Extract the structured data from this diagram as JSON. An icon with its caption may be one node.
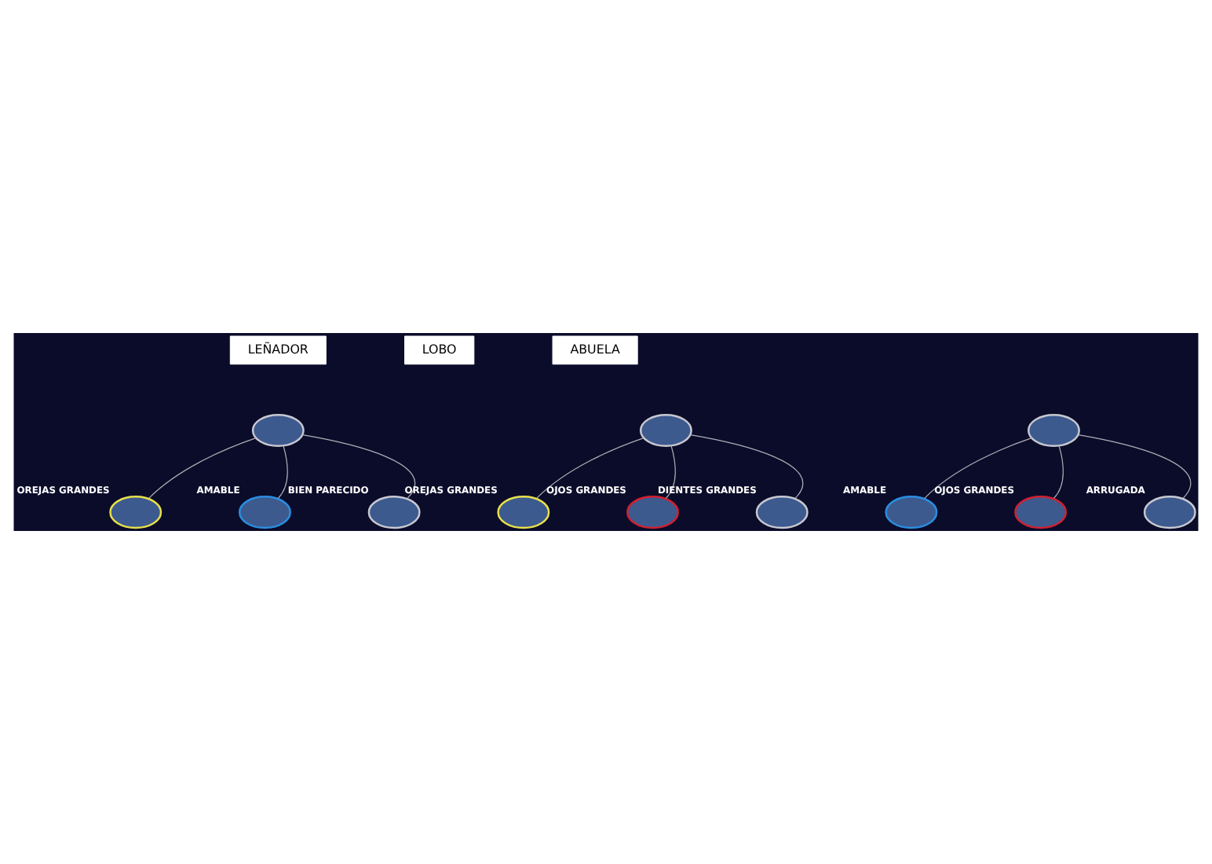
{
  "diagram": {
    "nodes": [
      {
        "text": [
          "LEÑADOR"
        ]
      },
      {
        "text": [],
        "shape": "circle"
      },
      {
        "text": [],
        "shape": "circle",
        "beside": [
          "OREJAS GRANDES"
        ]
      },
      {
        "text": [],
        "shape": "circle",
        "beside": [
          "AMABLE"
        ]
      },
      {
        "text": [],
        "shape": "circle",
        "beside": [
          "BIEN PARECIDO"
        ]
      },
      {
        "text": [
          "LOBO"
        ]
      },
      {
        "text": [],
        "shape": "circle"
      },
      {
        "text": [],
        "shape": "circle",
        "beside": [
          "OREJAS GRANDES"
        ]
      },
      {
        "text": [],
        "shape": "circle",
        "beside": [
          "OJOS GRANDES"
        ]
      },
      {
        "text": [],
        "shape": "circle",
        "beside": [
          "DIENTES GRANDES"
        ]
      },
      {
        "text": [
          "ABUELA"
        ]
      },
      {
        "text": [],
        "shape": "circle"
      },
      {
        "text": [],
        "shape": "circle",
        "beside": [
          "AMABLE"
        ]
      },
      {
        "text": [],
        "shape": "circle",
        "beside": [
          "OJOS GRANDES"
        ]
      },
      {
        "text": [],
        "shape": "circle",
        "beside": [
          "ARRUGADA"
        ]
      }
    ],
    "edges": [
      {
        "from": 1,
        "to": 2,
        "arrow": "none"
      },
      {
        "from": 1,
        "to": 3,
        "arrow": "none"
      },
      {
        "from": 1,
        "to": 4,
        "arrow": "none"
      },
      {
        "from": 6,
        "to": 7,
        "arrow": "none"
      },
      {
        "from": 6,
        "to": 8,
        "arrow": "none"
      },
      {
        "from": 6,
        "to": 9,
        "arrow": "none"
      },
      {
        "from": 11,
        "to": 12,
        "arrow": "none"
      },
      {
        "from": 11,
        "to": 13,
        "arrow": "none"
      },
      {
        "from": 11,
        "to": 14,
        "arrow": "none"
      }
    ]
  }
}
